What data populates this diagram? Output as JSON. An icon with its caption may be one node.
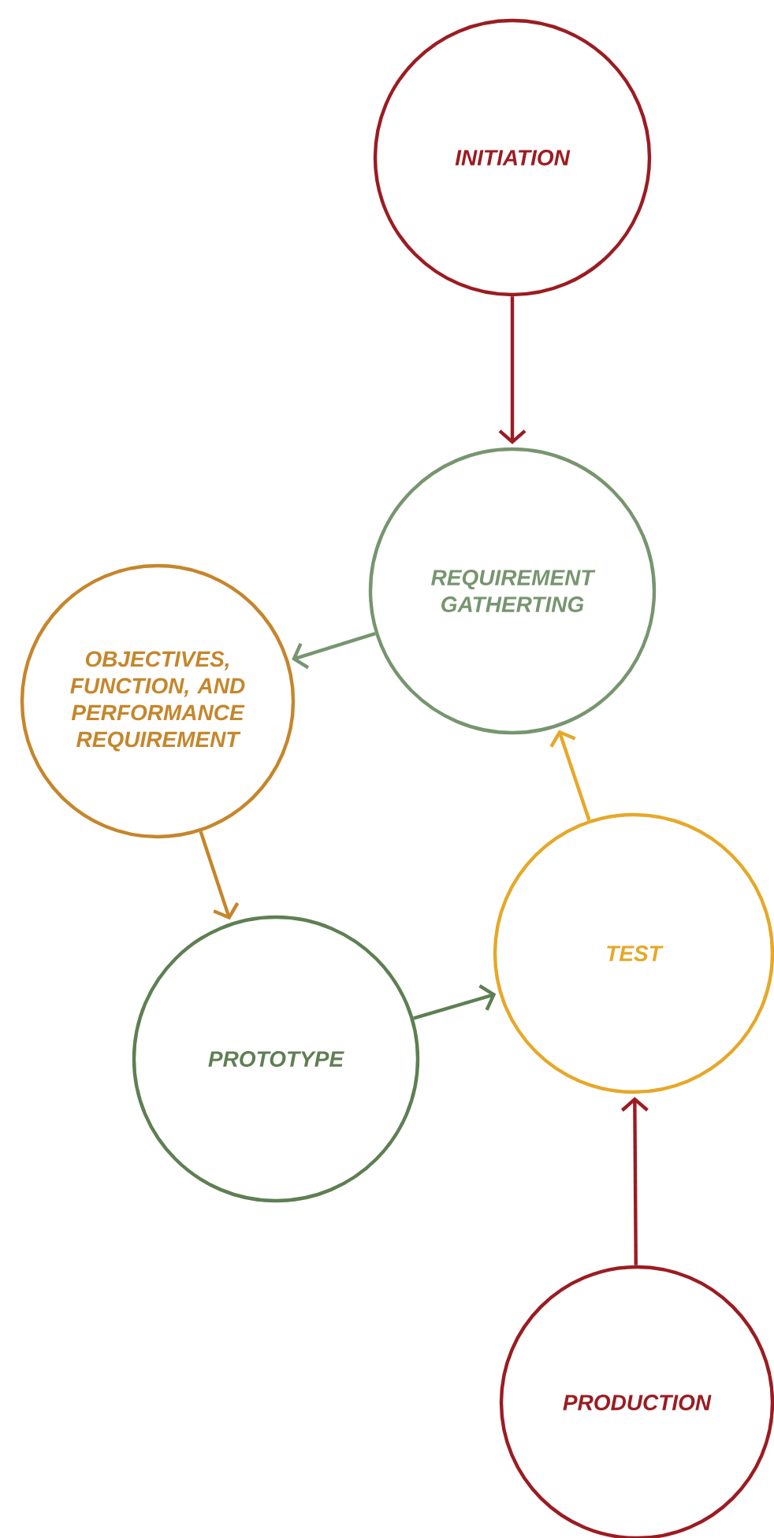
{
  "diagram": {
    "nodes": [
      {
        "text": [
          "INITIATION"
        ]
      },
      {
        "text": [
          "REQUIREMENT GATHERTING"
        ]
      },
      {
        "text": [
          "OBJECTIVES, FUNCTION, AND PERFORMANCE REQUIREMENT"
        ]
      },
      {
        "text": [
          "PROTOTYPE"
        ]
      },
      {
        "text": [
          "TEST"
        ]
      },
      {
        "text": [
          "PRODUCTION"
        ]
      }
    ],
    "edges": [
      {
        "from": 0,
        "to": 1,
        "arrow": "to",
        "color": "#9b1c22"
      },
      {
        "from": 1,
        "to": 2,
        "arrow": "to",
        "color": "#77956f"
      },
      {
        "from": 2,
        "to": 3,
        "arrow": "to",
        "color": "#c5862b"
      },
      {
        "from": 3,
        "to": 4,
        "arrow": "to",
        "color": "#5e7f52"
      },
      {
        "from": 4,
        "to": 1,
        "arrow": "to",
        "color": "#e6a828"
      },
      {
        "from": 5,
        "to": 4,
        "arrow": "to",
        "color": "#9b1c22"
      }
    ]
  }
}
